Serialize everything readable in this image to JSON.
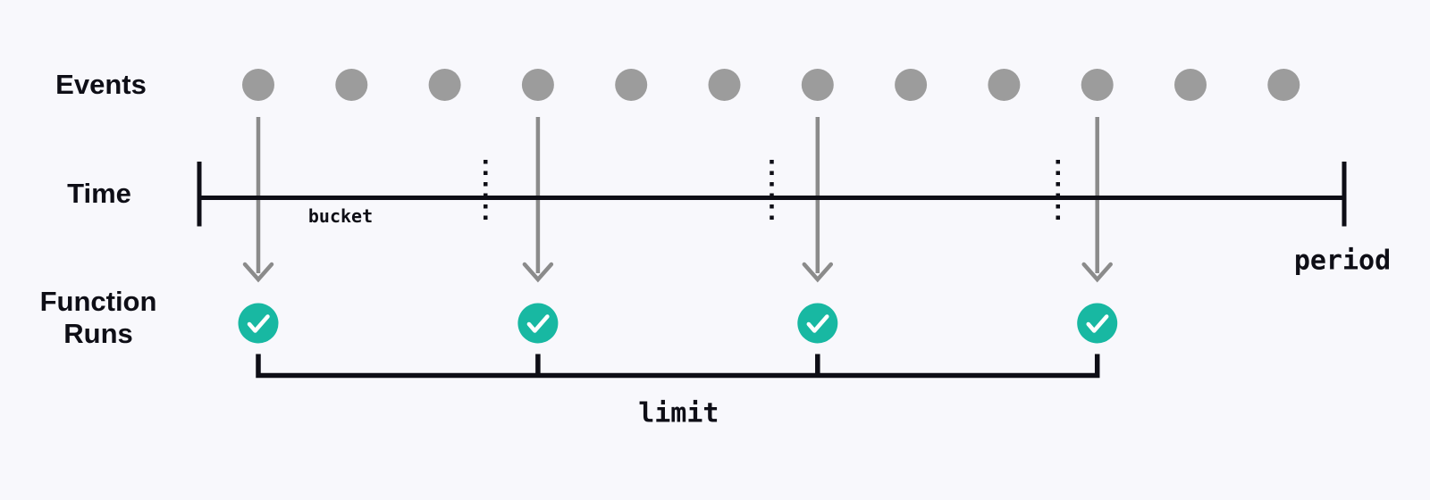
{
  "labels": {
    "events": "Events",
    "time": "Time",
    "function_runs": "Function\nRuns",
    "bucket": "bucket",
    "period": "period",
    "limit": "limit"
  },
  "colors": {
    "background": "#f8f8fc",
    "ink": "#0e0e16",
    "event_dot": "#9c9c9c",
    "arrow": "#8b8b8b",
    "run_fill": "#18b8a2",
    "check": "#ffffff"
  },
  "diagram": {
    "event_count": 12,
    "bucket_count": 4,
    "run_event_indices": [
      0,
      3,
      6,
      9
    ],
    "run_icon": "check-icon"
  }
}
